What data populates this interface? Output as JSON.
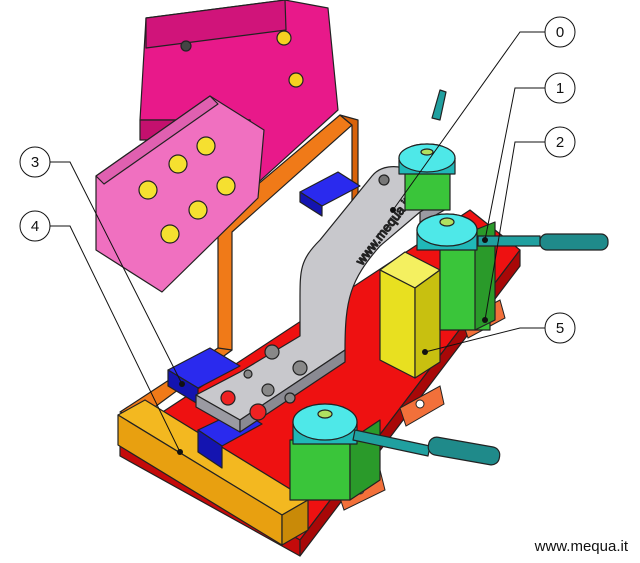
{
  "figure": {
    "credit": "www.mequa.it",
    "part_engraving": "www.mequa.it",
    "callouts": [
      {
        "id": "callout-0",
        "label": "0"
      },
      {
        "id": "callout-1",
        "label": "1"
      },
      {
        "id": "callout-2",
        "label": "2"
      },
      {
        "id": "callout-3",
        "label": "3"
      },
      {
        "id": "callout-4",
        "label": "4"
      },
      {
        "id": "callout-5",
        "label": "5"
      }
    ]
  }
}
